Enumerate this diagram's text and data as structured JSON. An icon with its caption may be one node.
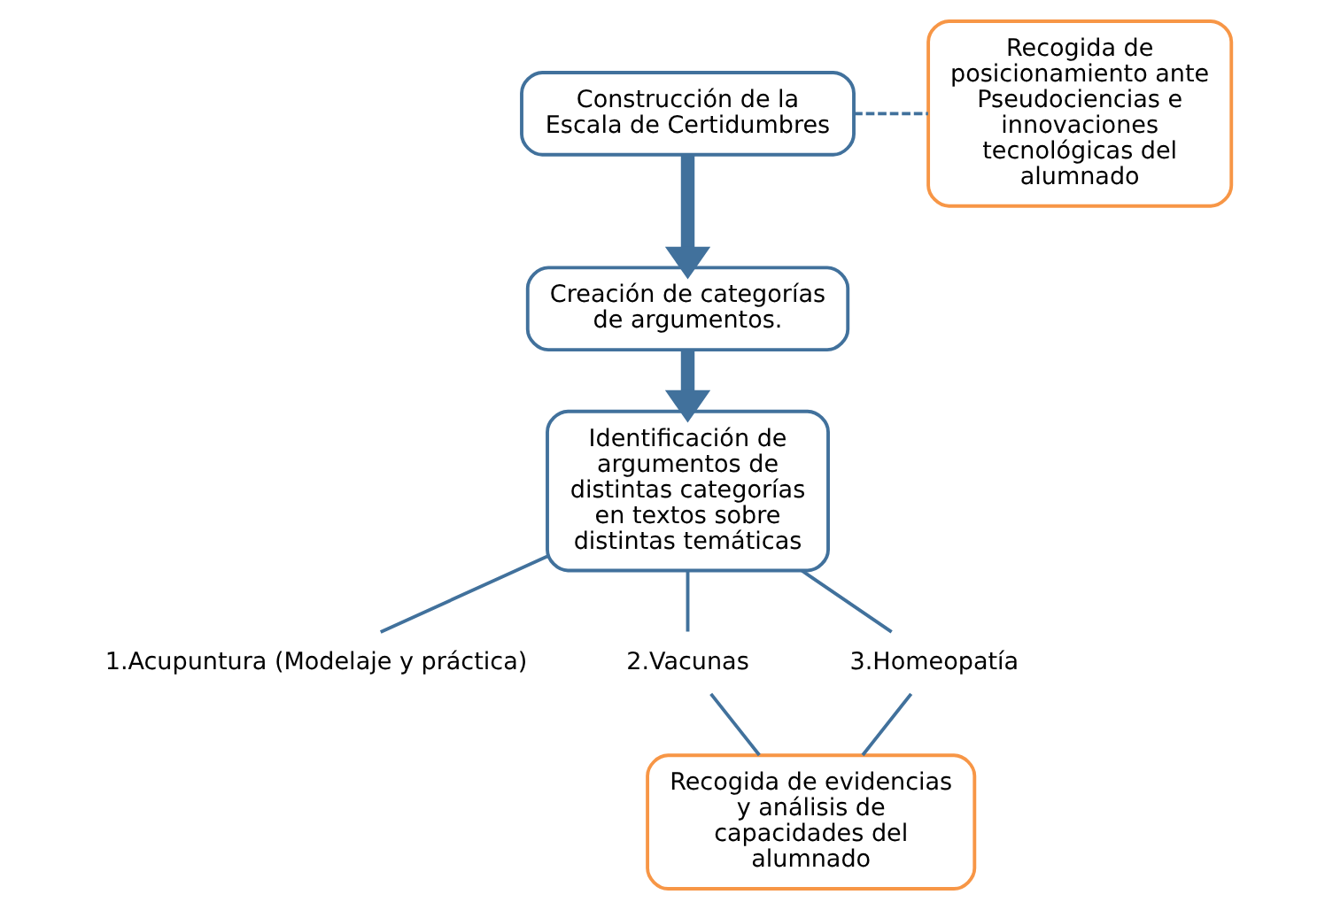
{
  "diagram": {
    "nodes": [
      {
        "text": [
          "Construcción de la Escala de Certidumbres"
        ]
      },
      {
        "text": [
          "Recogida de posicionamiento ante Pseudociencias e innovaciones tecnológicas del alumnado"
        ]
      },
      {
        "text": [
          "Creación de categorías de argumentos."
        ]
      },
      {
        "text": [
          "Identificación de argumentos de distintas categorías en textos sobre distintas temáticas"
        ]
      },
      {
        "text": [
          "1.Acupuntura (Modelaje y práctica)"
        ]
      },
      {
        "text": [
          "2.Vacunas"
        ]
      },
      {
        "text": [
          "3.Homeopatía"
        ]
      },
      {
        "text": [
          "Recogida de evidencias y análisis de capacidades del alumnado"
        ]
      }
    ],
    "edges": [
      {
        "from": 0,
        "to": 1,
        "arrow": "none",
        "style": "dashed"
      },
      {
        "from": 0,
        "to": 2,
        "arrow": "to",
        "style": "thick"
      },
      {
        "from": 2,
        "to": 3,
        "arrow": "to",
        "style": "thick"
      },
      {
        "from": 3,
        "to": 4,
        "arrow": "none"
      },
      {
        "from": 3,
        "to": 5,
        "arrow": "none"
      },
      {
        "from": 3,
        "to": 6,
        "arrow": "none"
      },
      {
        "from": 5,
        "to": 7,
        "arrow": "none"
      },
      {
        "from": 6,
        "to": 7,
        "arrow": "none"
      }
    ]
  }
}
